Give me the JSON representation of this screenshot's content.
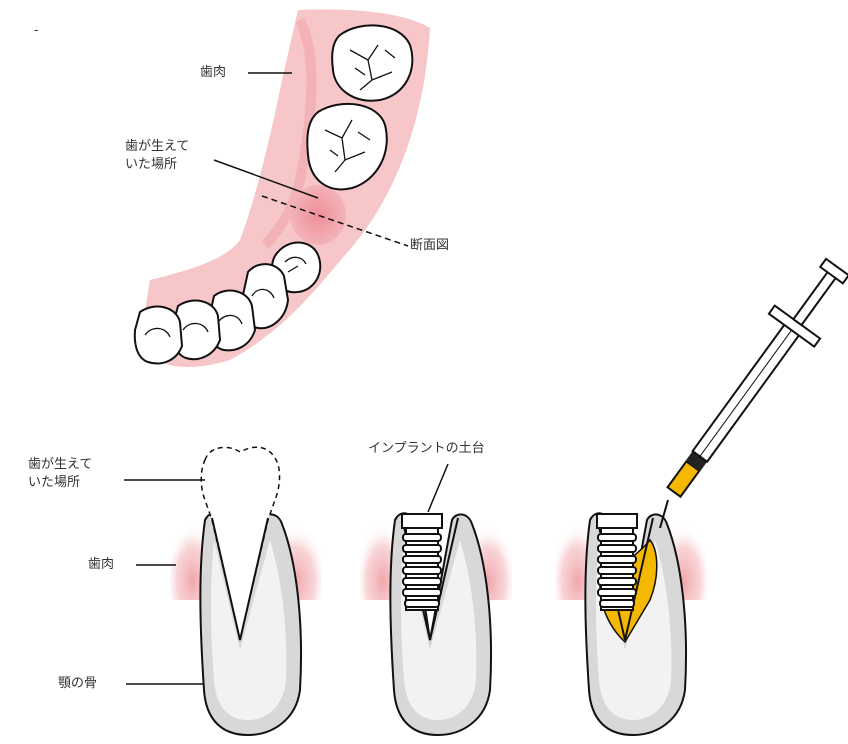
{
  "top": {
    "dash": "-",
    "gum_label": "歯肉",
    "tooth_site_label": [
      "歯が生えて",
      "いた場所"
    ],
    "section_label": "断面図"
  },
  "bottom": {
    "tooth_site_label": [
      "歯が生えて",
      "いた場所"
    ],
    "gum_label": "歯肉",
    "bone_label": "顎の骨",
    "implant_label": "インプラントの土台"
  },
  "colors": {
    "gum": "#f7c6c9",
    "gum_dark": "#ef9da3",
    "bone": "#d8d8d8",
    "bone_light": "#f2f2f2",
    "graft": "#f5b800",
    "outline": "#111111"
  }
}
